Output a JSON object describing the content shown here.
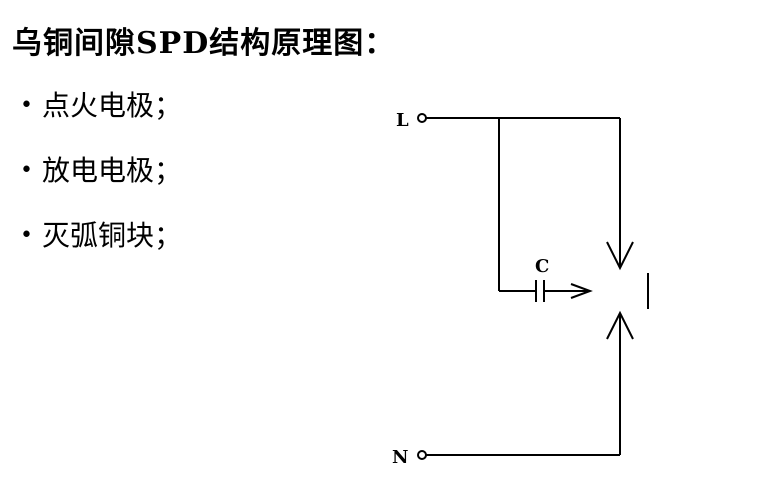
{
  "title": "乌铜间隙SPD结构原理图：",
  "bullets": [
    {
      "bullet": "•",
      "text": "点火电极；"
    },
    {
      "bullet": "•",
      "text": "放电电极；"
    },
    {
      "bullet": "•",
      "text": "灭弧铜块；"
    }
  ],
  "diagram": {
    "terminal_l": "L",
    "terminal_n": "N",
    "capacitor": "C"
  }
}
